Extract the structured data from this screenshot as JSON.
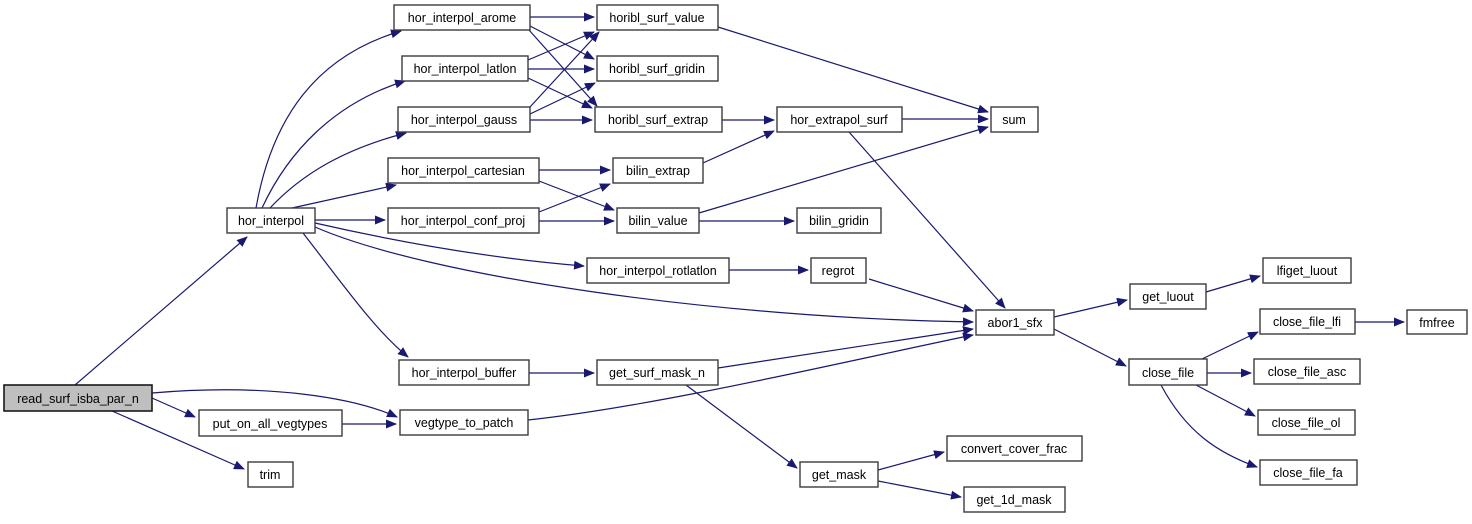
{
  "diagram": {
    "type": "doxygen-call-graph",
    "root": "read_surf_isba_par_n",
    "colors": {
      "edge": "#191970",
      "node_border": "#3c3c3c",
      "node_fill": "#ffffff",
      "root_node_fill": "#bfbfbf",
      "text": "#000000",
      "background": "#ffffff"
    },
    "nodes": {
      "read_surf_isba_par_n": {
        "label": "read_surf_isba_par_n"
      },
      "hor_interpol": {
        "label": "hor_interpol"
      },
      "put_on_all_vegtypes": {
        "label": "put_on_all_vegtypes"
      },
      "trim": {
        "label": "trim"
      },
      "hor_interpol_arome": {
        "label": "hor_interpol_arome"
      },
      "hor_interpol_latlon": {
        "label": "hor_interpol_latlon"
      },
      "hor_interpol_gauss": {
        "label": "hor_interpol_gauss"
      },
      "hor_interpol_cartesian": {
        "label": "hor_interpol_cartesian"
      },
      "hor_interpol_conf_proj": {
        "label": "hor_interpol_conf_proj"
      },
      "hor_interpol_rotlatlon": {
        "label": "hor_interpol_rotlatlon"
      },
      "hor_interpol_buffer": {
        "label": "hor_interpol_buffer"
      },
      "vegtype_to_patch": {
        "label": "vegtype_to_patch"
      },
      "get_surf_mask_n": {
        "label": "get_surf_mask_n"
      },
      "horibl_surf_value": {
        "label": "horibl_surf_value"
      },
      "horibl_surf_gridin": {
        "label": "horibl_surf_gridin"
      },
      "horibl_surf_extrap": {
        "label": "horibl_surf_extrap"
      },
      "bilin_extrap": {
        "label": "bilin_extrap"
      },
      "bilin_value": {
        "label": "bilin_value"
      },
      "bilin_gridin": {
        "label": "bilin_gridin"
      },
      "regrot": {
        "label": "regrot"
      },
      "hor_extrapol_surf": {
        "label": "hor_extrapol_surf"
      },
      "sum": {
        "label": "sum"
      },
      "abor1_sfx": {
        "label": "abor1_sfx"
      },
      "get_luout": {
        "label": "get_luout"
      },
      "close_file": {
        "label": "close_file"
      },
      "lfiget_luout": {
        "label": "lfiget_luout"
      },
      "close_file_lfi": {
        "label": "close_file_lfi"
      },
      "fmfree": {
        "label": "fmfree"
      },
      "close_file_asc": {
        "label": "close_file_asc"
      },
      "close_file_ol": {
        "label": "close_file_ol"
      },
      "close_file_fa": {
        "label": "close_file_fa"
      },
      "get_mask": {
        "label": "get_mask"
      },
      "convert_cover_frac": {
        "label": "convert_cover_frac"
      },
      "get_1d_mask": {
        "label": "get_1d_mask"
      }
    },
    "edges": [
      {
        "from": "read_surf_isba_par_n",
        "to": "hor_interpol"
      },
      {
        "from": "read_surf_isba_par_n",
        "to": "put_on_all_vegtypes"
      },
      {
        "from": "read_surf_isba_par_n",
        "to": "vegtype_to_patch"
      },
      {
        "from": "read_surf_isba_par_n",
        "to": "trim"
      },
      {
        "from": "put_on_all_vegtypes",
        "to": "vegtype_to_patch"
      },
      {
        "from": "hor_interpol",
        "to": "hor_interpol_arome"
      },
      {
        "from": "hor_interpol",
        "to": "hor_interpol_latlon"
      },
      {
        "from": "hor_interpol",
        "to": "hor_interpol_gauss"
      },
      {
        "from": "hor_interpol",
        "to": "hor_interpol_cartesian"
      },
      {
        "from": "hor_interpol",
        "to": "hor_interpol_conf_proj"
      },
      {
        "from": "hor_interpol",
        "to": "hor_interpol_rotlatlon"
      },
      {
        "from": "hor_interpol",
        "to": "hor_interpol_buffer"
      },
      {
        "from": "hor_interpol",
        "to": "abor1_sfx"
      },
      {
        "from": "hor_interpol_arome",
        "to": "horibl_surf_value"
      },
      {
        "from": "hor_interpol_arome",
        "to": "horibl_surf_gridin"
      },
      {
        "from": "hor_interpol_arome",
        "to": "horibl_surf_extrap"
      },
      {
        "from": "hor_interpol_latlon",
        "to": "horibl_surf_value"
      },
      {
        "from": "hor_interpol_latlon",
        "to": "horibl_surf_gridin"
      },
      {
        "from": "hor_interpol_latlon",
        "to": "horibl_surf_extrap"
      },
      {
        "from": "hor_interpol_gauss",
        "to": "horibl_surf_value"
      },
      {
        "from": "hor_interpol_gauss",
        "to": "horibl_surf_gridin"
      },
      {
        "from": "hor_interpol_gauss",
        "to": "horibl_surf_extrap"
      },
      {
        "from": "horibl_surf_value",
        "to": "sum"
      },
      {
        "from": "horibl_surf_extrap",
        "to": "hor_extrapol_surf"
      },
      {
        "from": "hor_extrapol_surf",
        "to": "sum"
      },
      {
        "from": "hor_extrapol_surf",
        "to": "abor1_sfx"
      },
      {
        "from": "hor_interpol_cartesian",
        "to": "bilin_extrap"
      },
      {
        "from": "hor_interpol_cartesian",
        "to": "bilin_value"
      },
      {
        "from": "hor_interpol_conf_proj",
        "to": "bilin_extrap"
      },
      {
        "from": "hor_interpol_conf_proj",
        "to": "bilin_value"
      },
      {
        "from": "bilin_extrap",
        "to": "hor_extrapol_surf"
      },
      {
        "from": "bilin_value",
        "to": "bilin_gridin"
      },
      {
        "from": "bilin_value",
        "to": "sum"
      },
      {
        "from": "hor_interpol_rotlatlon",
        "to": "regrot"
      },
      {
        "from": "regrot",
        "to": "abor1_sfx"
      },
      {
        "from": "hor_interpol_buffer",
        "to": "get_surf_mask_n"
      },
      {
        "from": "get_surf_mask_n",
        "to": "abor1_sfx"
      },
      {
        "from": "get_surf_mask_n",
        "to": "get_mask"
      },
      {
        "from": "vegtype_to_patch",
        "to": "abor1_sfx"
      },
      {
        "from": "get_mask",
        "to": "convert_cover_frac"
      },
      {
        "from": "get_mask",
        "to": "get_1d_mask"
      },
      {
        "from": "abor1_sfx",
        "to": "get_luout"
      },
      {
        "from": "abor1_sfx",
        "to": "close_file"
      },
      {
        "from": "get_luout",
        "to": "lfiget_luout"
      },
      {
        "from": "close_file",
        "to": "close_file_lfi"
      },
      {
        "from": "close_file",
        "to": "close_file_asc"
      },
      {
        "from": "close_file",
        "to": "close_file_ol"
      },
      {
        "from": "close_file",
        "to": "close_file_fa"
      },
      {
        "from": "close_file_lfi",
        "to": "fmfree"
      }
    ]
  }
}
